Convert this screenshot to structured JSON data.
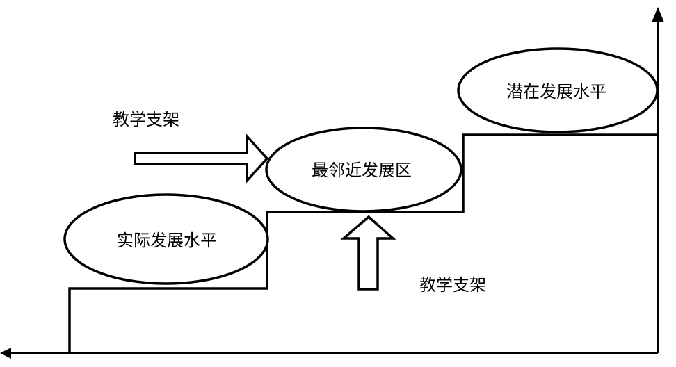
{
  "diagram": {
    "labels": {
      "actual_level": "实际发展水平",
      "zpd": "最邻近发展区",
      "potential_level": "潜在发展水平",
      "scaffold_left": "教学支架",
      "scaffold_bottom": "教学支架"
    },
    "colors": {
      "stroke": "#000000",
      "background": "#ffffff"
    }
  }
}
